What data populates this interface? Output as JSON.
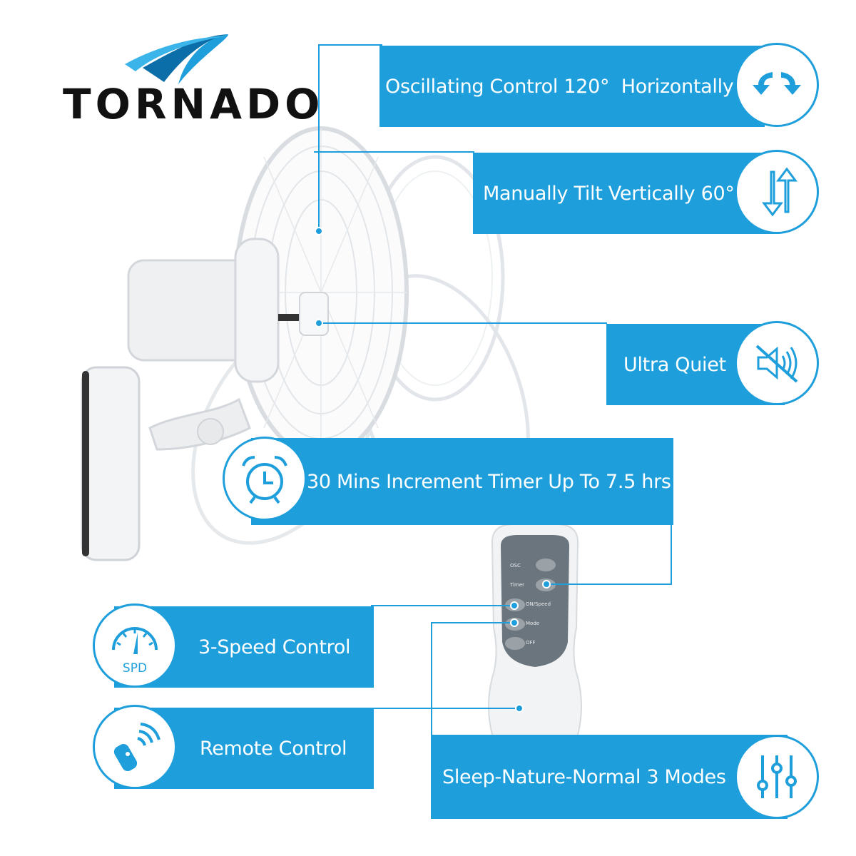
{
  "brand": {
    "name": "TORNADO",
    "accent_color": "#1e9fdc",
    "text_color": "#111111"
  },
  "features": [
    {
      "label": "Oscillating Control 120°  Horizontally",
      "icon": "oscillate-arrows-icon"
    },
    {
      "label": "Manually Tilt Vertically 60°",
      "icon": "tilt-arrows-icon"
    },
    {
      "label": "Ultra Quiet",
      "icon": "mute-speaker-icon"
    },
    {
      "label": "30 Mins Increment Timer Up To 7.5 hrs",
      "icon": "alarm-clock-icon"
    },
    {
      "label": "3-Speed Control",
      "icon": "speedometer-icon",
      "icon_text": "SPD"
    },
    {
      "label": "Remote Control",
      "icon": "remote-signal-icon"
    },
    {
      "label": "Sleep-Nature-Normal 3 Modes",
      "icon": "sliders-icon"
    }
  ],
  "remote": {
    "buttons": [
      "OSC",
      "Timer",
      "ON/Speed",
      "Mode",
      "OFF"
    ]
  }
}
